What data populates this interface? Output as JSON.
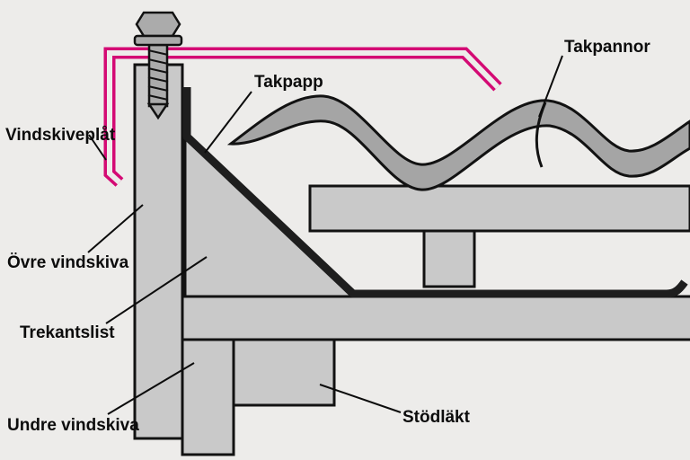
{
  "diagram": {
    "labels": [
      {
        "id": "vindskiveplat",
        "text": "Vindskiveplåt"
      },
      {
        "id": "takpapp",
        "text": "Takpapp"
      },
      {
        "id": "takpannor",
        "text": "Takpannor"
      },
      {
        "id": "ovre-vindskiva",
        "text": "Övre vindskiva"
      },
      {
        "id": "trekantslist",
        "text": "Trekantslist"
      },
      {
        "id": "undre-vindskiva",
        "text": "Undre vindskiva"
      },
      {
        "id": "stodlakt",
        "text": "Stödläkt"
      }
    ],
    "colors": {
      "bg": "#edecea",
      "board": "#c9c9c9",
      "tile": "#a5a5a5",
      "outline": "#121212",
      "pink": "#d40a74",
      "dark": "#1e1e1e",
      "metal": "#ababab",
      "label": "#0c0c0c"
    }
  }
}
